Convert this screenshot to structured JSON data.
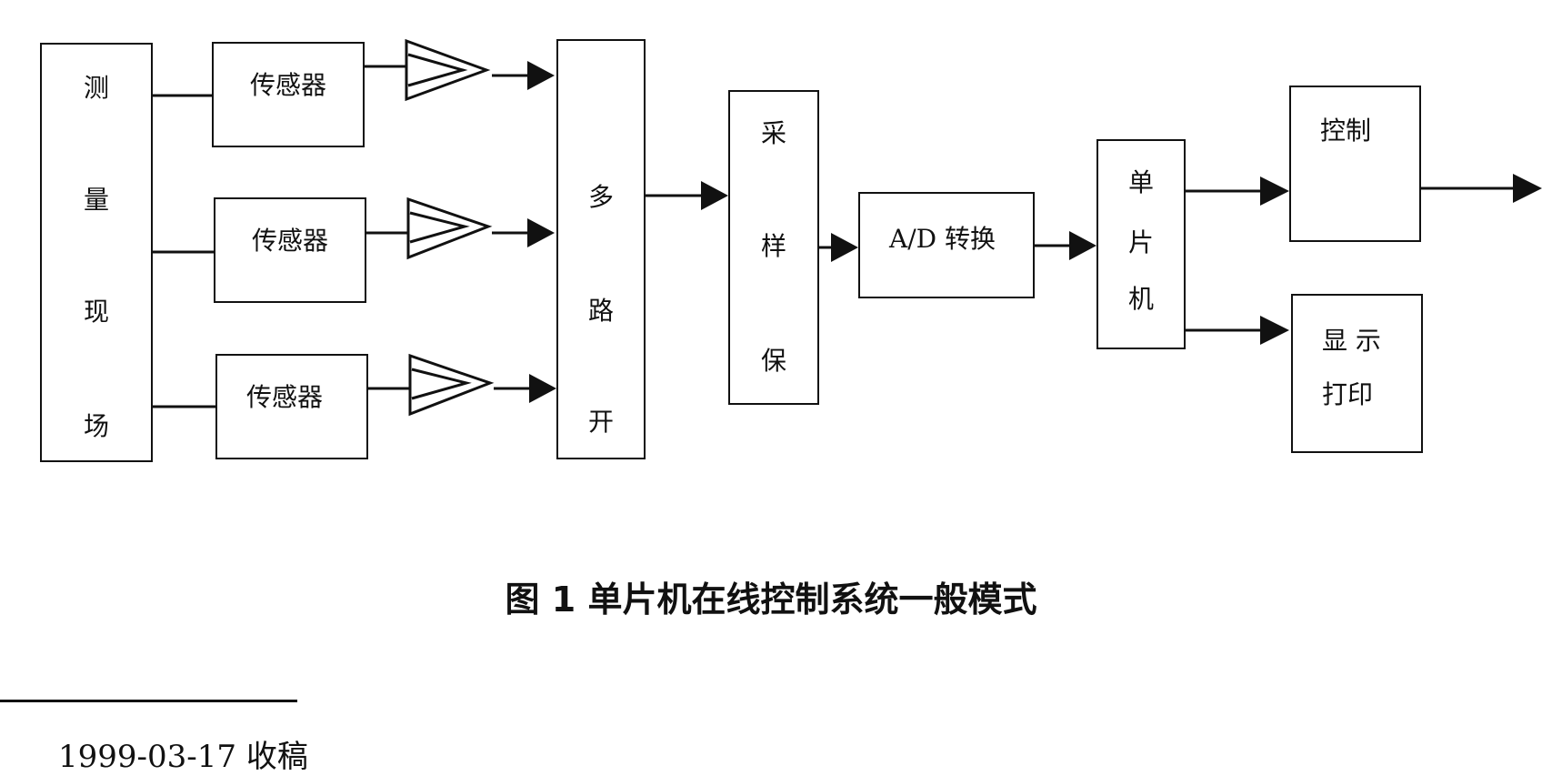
{
  "diagram": {
    "field_chars": [
      "测",
      "量",
      "现",
      "场"
    ],
    "sensors": [
      "传感器",
      "传感器",
      "传感器"
    ],
    "mux_chars": [
      "多",
      "路",
      "开"
    ],
    "sample_hold_chars": [
      "采",
      "样",
      "保"
    ],
    "adc_label": "A/D 转换",
    "mcu_chars": [
      "单",
      "片",
      "机"
    ],
    "control_label": "控制",
    "display_line1": "显 示",
    "display_line2": "打印"
  },
  "caption": "图 1  单片机在线控制系统一般模式",
  "footnote": "1999-03-17 收稿"
}
